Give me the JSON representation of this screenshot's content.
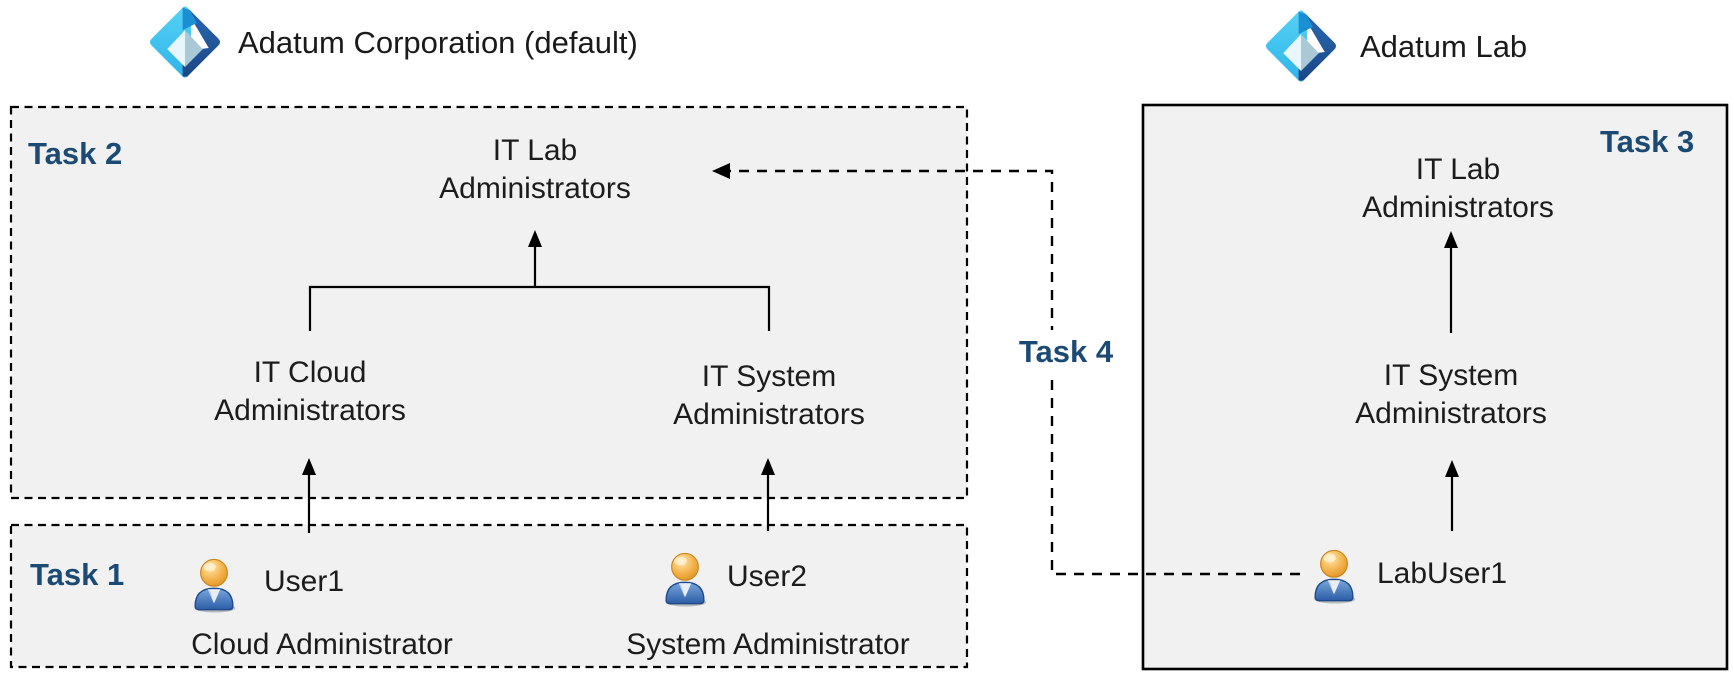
{
  "tenants": {
    "left": {
      "name": "Adatum Corporation (default)",
      "icon": "azure-ad-icon"
    },
    "right": {
      "name": "Adatum Lab",
      "icon": "azure-ad-icon"
    }
  },
  "tasks": {
    "task1": {
      "label": "Task 1"
    },
    "task2": {
      "label": "Task 2"
    },
    "task3": {
      "label": "Task 3"
    },
    "task4": {
      "label": "Task 4"
    }
  },
  "left_tenant_box": {
    "groups": {
      "it_lab": "IT Lab\nAdministrators",
      "it_cloud": "IT Cloud\nAdministrators",
      "it_system": "IT System\nAdministrators"
    }
  },
  "right_tenant_box": {
    "groups": {
      "it_lab": "IT Lab\nAdministrators",
      "it_system": "IT System\nAdministrators"
    },
    "users": {
      "labuser1": {
        "name": "LabUser1"
      }
    }
  },
  "users_box": {
    "user1": {
      "name": "User1",
      "role": "Cloud Administrator"
    },
    "user2": {
      "name": "User2",
      "role": "System Administrator"
    }
  },
  "colors": {
    "task_label": "#1b4a74",
    "box_fill": "#f1f1f2",
    "line": "#000000",
    "icon_cyan": "#46c6f2",
    "icon_dark_blue": "#2156a3",
    "user_head_gold": "#f0a830",
    "user_body_blue": "#3a6cb3"
  }
}
